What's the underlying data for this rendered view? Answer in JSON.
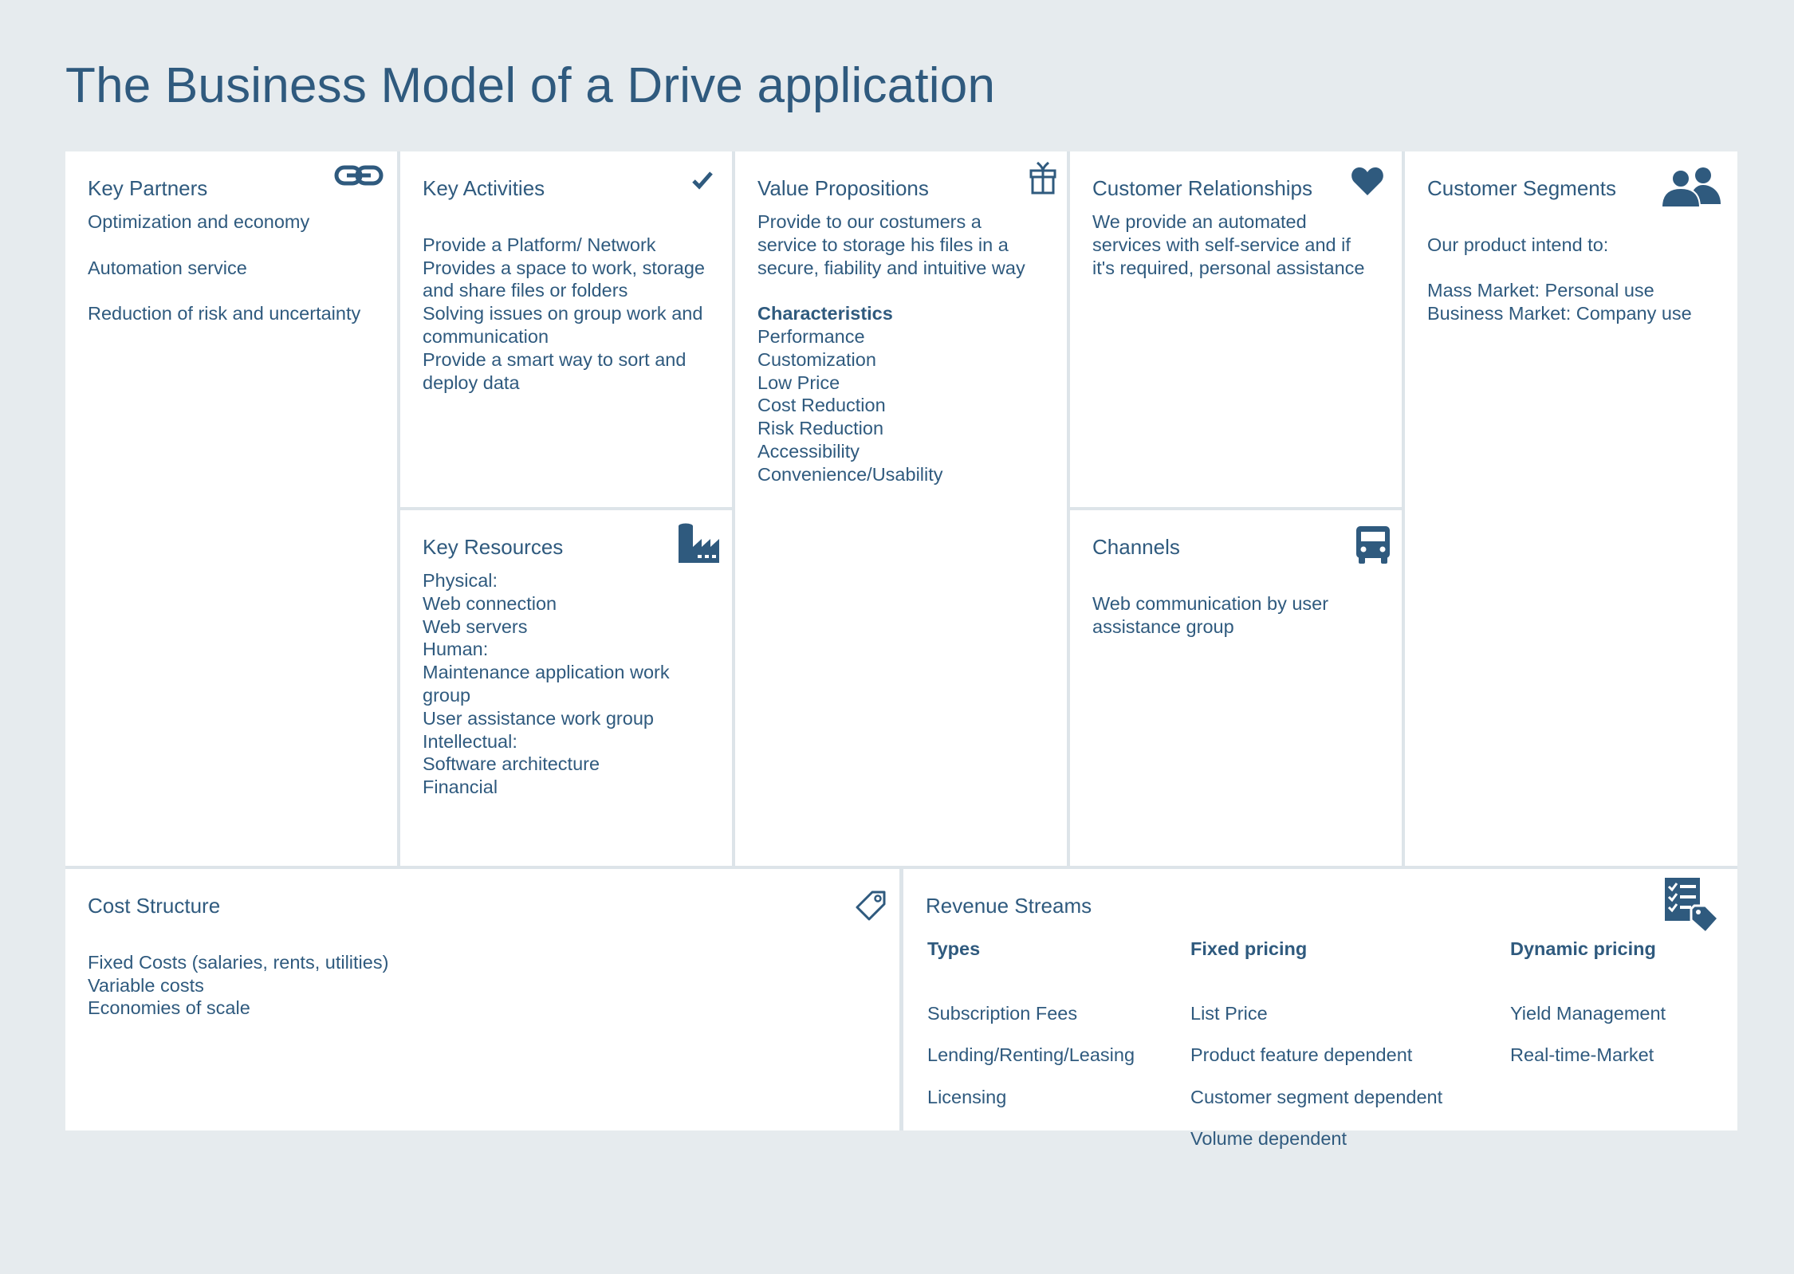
{
  "title": "The Business Model of a Drive application",
  "blocks": {
    "key_partners": {
      "title": "Key Partners",
      "icon": "link-icon",
      "lines": [
        "Optimization and economy",
        "",
        "Automation service",
        "",
        "Reduction of risk and uncertainty"
      ]
    },
    "key_activities": {
      "title": "Key Activities",
      "icon": "checkmark-icon",
      "lines": [
        "",
        "Provide a Platform/ Network",
        "Provides a space to work, storage",
        "and share files or folders",
        "Solving issues on group work and",
        "communication",
        "Provide a smart way to sort and",
        "deploy data"
      ]
    },
    "key_resources": {
      "title": "Key Resources",
      "icon": "factory-icon",
      "lines": [
        "Physical:",
        "Web connection",
        "Web servers",
        "Human:",
        "Maintenance application work",
        "group",
        "User assistance work group",
        "Intellectual:",
        "Software architecture",
        "Financial"
      ]
    },
    "value_propositions": {
      "title": "Value Propositions",
      "icon": "gift-icon",
      "lines": [
        "Provide to our costumers a",
        "service to storage his files in a",
        "secure, fiability and intuitive way",
        ""
      ],
      "characteristics_heading": "Characteristics",
      "characteristics": [
        "Performance",
        "Customization",
        "Low Price",
        "Cost Reduction",
        "Risk Reduction",
        "Accessibility",
        "Convenience/Usability"
      ]
    },
    "customer_relationships": {
      "title": "Customer Relationships",
      "icon": "heart-icon",
      "lines": [
        "We provide an automated",
        "services with self-service and if",
        "it's required, personal assistance"
      ]
    },
    "channels": {
      "title": "Channels",
      "icon": "truck-icon",
      "lines": [
        "",
        "Web communication by user",
        "assistance group"
      ]
    },
    "customer_segments": {
      "title": "Customer Segments",
      "icon": "users-icon",
      "lines": [
        "",
        "Our product intend to:",
        "",
        "Mass Market: Personal use",
        "Business Market: Company use"
      ]
    },
    "cost_structure": {
      "title": "Cost Structure",
      "icon": "price-tag-icon",
      "lines": [
        "",
        "Fixed Costs (salaries, rents, utilities)",
        "Variable costs",
        "Economies of scale"
      ]
    },
    "revenue_streams": {
      "title": "Revenue Streams",
      "icon": "price-list-icon",
      "columns": [
        {
          "heading": "Types",
          "items": [
            "Subscription Fees",
            "Lending/Renting/Leasing",
            "Licensing"
          ]
        },
        {
          "heading": "Fixed pricing",
          "items": [
            "List Price",
            "Product feature dependent",
            "Customer segment dependent",
            "Volume dependent"
          ]
        },
        {
          "heading": "Dynamic pricing",
          "items": [
            "Yield Management",
            "Real-time-Market"
          ]
        }
      ]
    }
  },
  "colors": {
    "background": "#e6ebee",
    "text": "#2f5a7e",
    "card": "#ffffff"
  }
}
